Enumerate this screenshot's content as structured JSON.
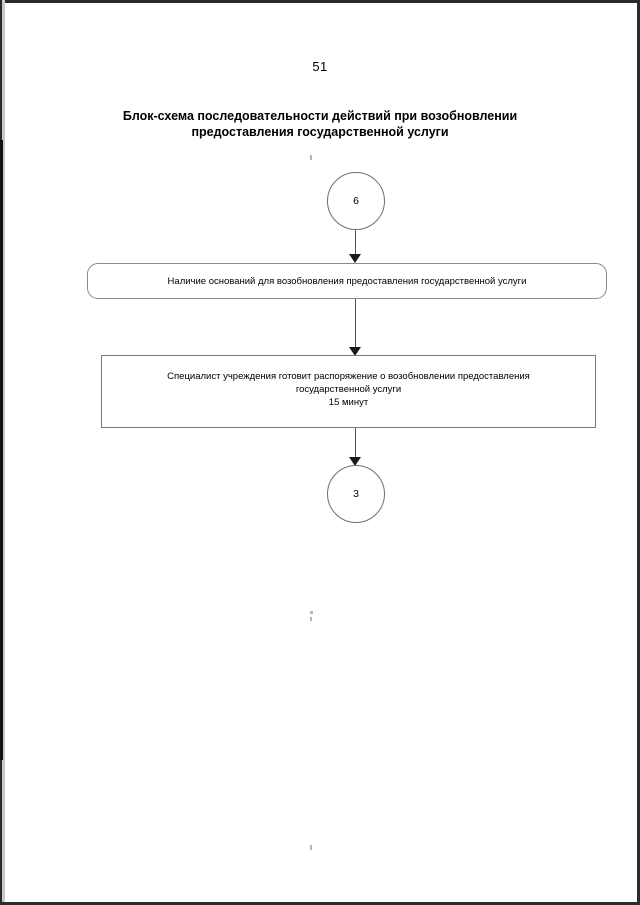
{
  "page": {
    "number": "51"
  },
  "title": {
    "line1": "Блок-схема последовательности действий при возобновлении",
    "line2": "предоставления государственной услуги"
  },
  "flowchart": {
    "type": "flowchart",
    "orientation": "vertical",
    "nodes": [
      {
        "id": "start",
        "shape": "circle",
        "label": "6"
      },
      {
        "id": "condition",
        "shape": "rounded-rectangle",
        "label": "Наличие оснований для возобновления предоставления государственной услуги"
      },
      {
        "id": "action",
        "shape": "rectangle",
        "line1": "Специалист учреждения готовит распоряжение о возобновлении предоставления",
        "line2": "государственной услуги",
        "line3": "15 минут"
      },
      {
        "id": "end",
        "shape": "circle",
        "label": "3"
      }
    ],
    "connectors": [
      {
        "from": "start",
        "to": "condition",
        "arrow": "down"
      },
      {
        "from": "condition",
        "to": "action",
        "arrow": "down"
      },
      {
        "from": "action",
        "to": "end",
        "arrow": "down"
      }
    ]
  },
  "colors": {
    "text": "#000000",
    "node_border": "#7b7b7b",
    "connector": "#555555",
    "arrowhead": "#1a1a1a",
    "page_background": "#ffffff",
    "scan_edge": "#2b2b2b"
  }
}
